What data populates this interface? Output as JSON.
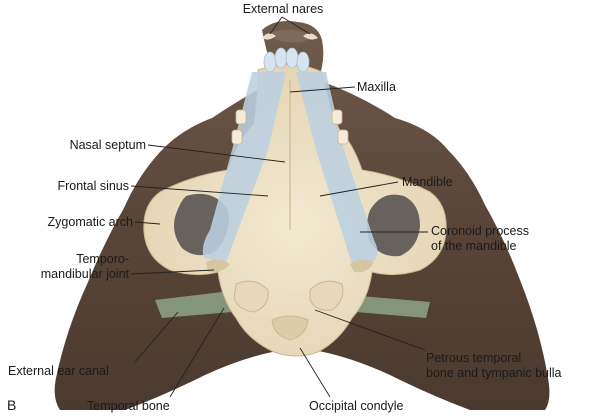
{
  "panel_letter": "B",
  "labels": {
    "external_nares": "External nares",
    "maxilla": "Maxilla",
    "nasal_septum": "Nasal septum",
    "frontal_sinus": "Frontal sinus",
    "mandible": "Mandible",
    "zygomatic_arch": "Zygomatic arch",
    "coronoid_line1": "Coronoid process",
    "coronoid_line2": "of the mandible",
    "tmj_line1": "Temporo-",
    "tmj_line2": "mandibular joint",
    "external_ear_canal": "External ear canal",
    "petrous_line1": "Petrous temporal",
    "petrous_line2": "bone and tympanic bulla",
    "temporal_bone": "Temporal bone",
    "occipital_condyle": "Occipital condyle"
  },
  "colors": {
    "head_outline": "#5e4b3d",
    "skull_bone": "#ece0c4",
    "bone_shadow": "#d7c6a1",
    "mandible_overlay": "#bccfe0",
    "orbit_cavity": "#68625f",
    "ear_canal_green": "#8ea586",
    "leader_line": "#222222"
  }
}
